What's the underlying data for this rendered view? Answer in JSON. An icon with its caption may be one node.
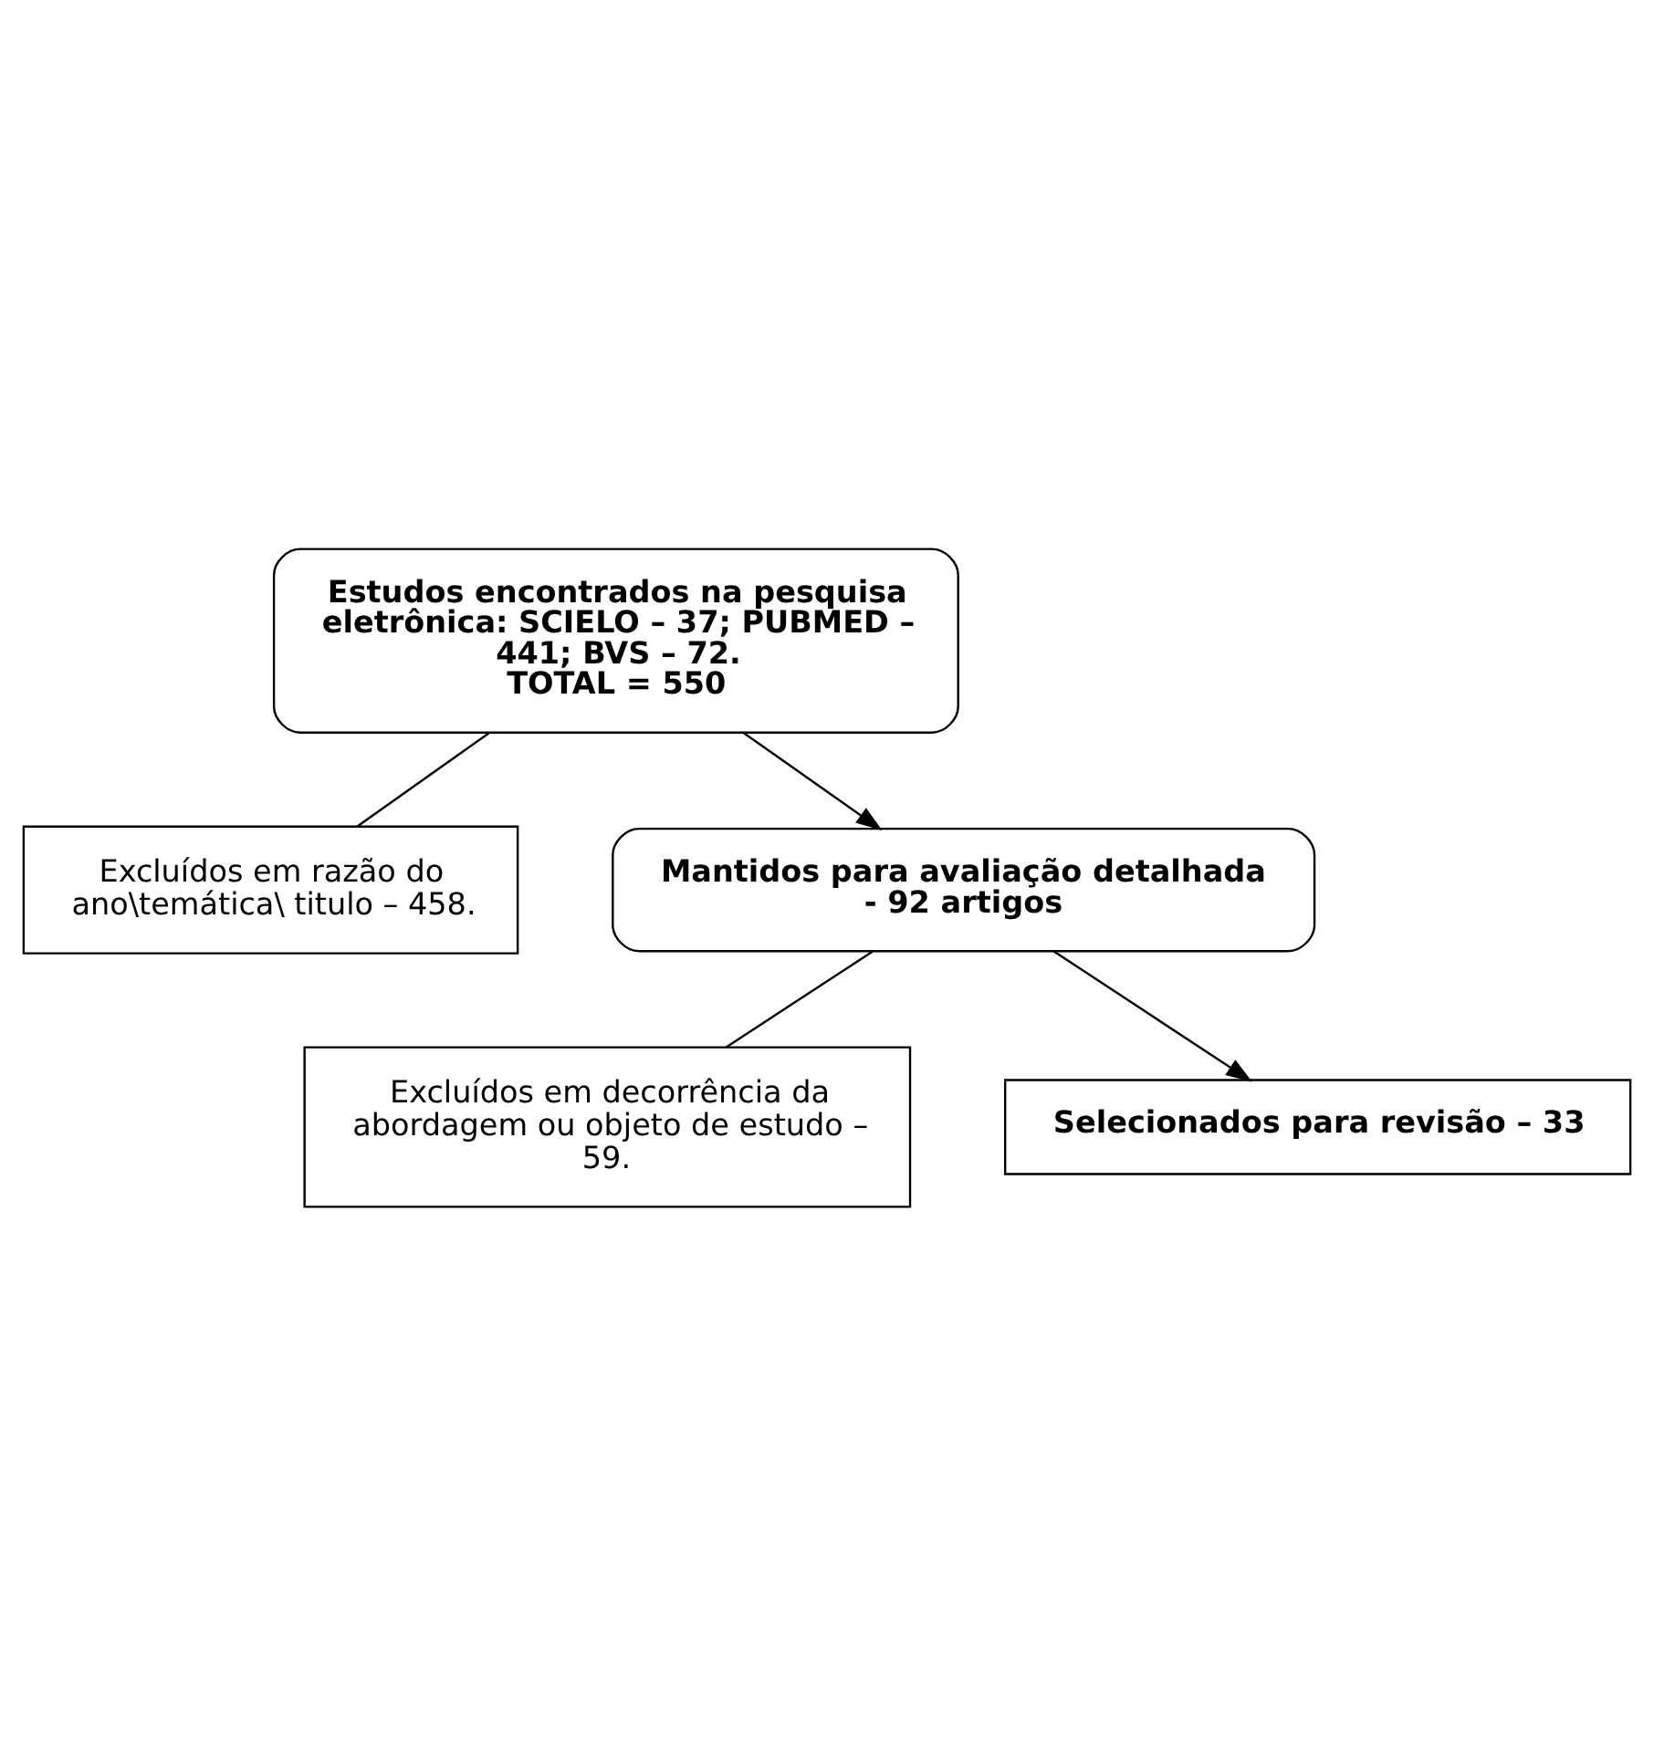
{
  "diagram": {
    "nodes": [
      {
        "text": [
          "Estudos encontrados na pesquisa eletrônica: SCIELO – 37; PUBMED – 441; BVS – 72.",
          "TOTAL = 550"
        ]
      },
      {
        "text": [
          "Excluídos em razão do ano\\temática\\ titulo – 458."
        ]
      },
      {
        "text": [
          "Mantidos para avaliação detalhada - 92 artigos"
        ]
      },
      {
        "text": [
          "Excluídos em decorrência da abordagem ou objeto de estudo – 59."
        ]
      },
      {
        "text": [
          "Selecionados para revisão – 33"
        ]
      }
    ],
    "edges": [
      {
        "from": 0,
        "to": 2,
        "arrow": "to"
      },
      {
        "from": 0,
        "to": 1,
        "arrow": "none"
      },
      {
        "from": 2,
        "to": 4,
        "arrow": "to"
      },
      {
        "from": 2,
        "to": 3,
        "arrow": "none"
      }
    ]
  }
}
